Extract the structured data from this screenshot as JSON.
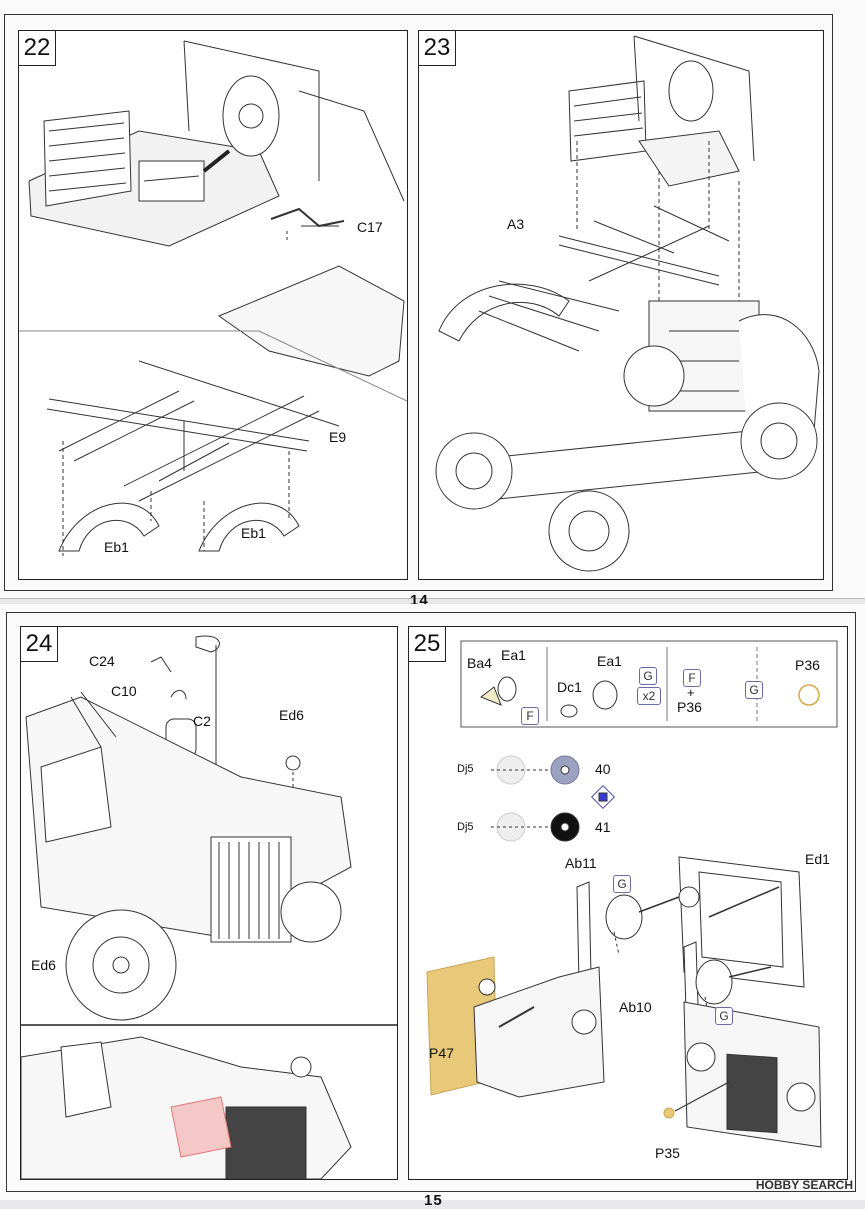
{
  "pages": {
    "top_number": "14",
    "bottom_number": "15"
  },
  "steps": [
    {
      "num": "22",
      "labels": [
        "C17",
        "E9",
        "Eb1",
        "Eb1"
      ]
    },
    {
      "num": "23",
      "labels": [
        "A3"
      ]
    },
    {
      "num": "24",
      "labels": [
        "C24",
        "C10",
        "C2",
        "Ed6",
        "Ed6"
      ]
    },
    {
      "num": "25",
      "labels": [
        "Ba4",
        "Ea1",
        "Dc1",
        "Ea1",
        "P36",
        "Dj5",
        "40",
        "Dj5",
        "41",
        "Ab11",
        "Ed1",
        "Ab10",
        "P47",
        "P35"
      ],
      "keys": {
        "f": "F",
        "g": "G",
        "x2": "x2",
        "plus": "+"
      }
    }
  ],
  "watermark": "HOBBY SEARCH"
}
